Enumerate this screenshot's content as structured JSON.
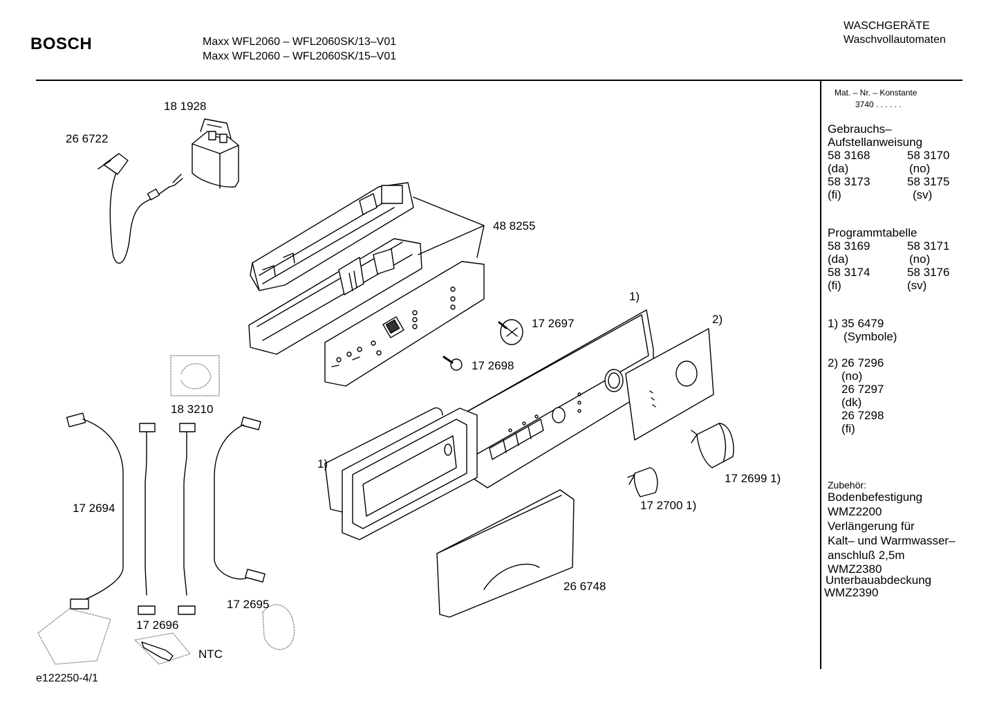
{
  "header": {
    "brand": "BOSCH",
    "model_lines": [
      "Maxx WFL2060 – WFL2060SK/13–V01",
      "Maxx WFL2060 – WFL2060SK/15–V01"
    ],
    "category": "WASCHGERÄTE",
    "subcategory": "Waschvollautomaten"
  },
  "sidebar": {
    "mat_nr_label": "Mat. – Nr. – Konstante",
    "mat_nr_value": "3740 . . . . . .",
    "manual_title": [
      "Gebrauchs–",
      "Aufstellanweisung"
    ],
    "manuals": [
      {
        "left": "58 3168",
        "right": "58 3170"
      },
      {
        "left": "(da)",
        "right": "(no)"
      },
      {
        "left": "58 3173",
        "right": "58 3175"
      },
      {
        "left": "(fi)",
        "right": "(sv)"
      }
    ],
    "program_title": "Programmtabelle",
    "programs": [
      {
        "left": "58 3169",
        "right": "58 3171"
      },
      {
        "left": "(da)",
        "right": "(no)"
      },
      {
        "left": "58 3174",
        "right": "58 3176"
      },
      {
        "left": "(fi)",
        "right": "(sv)"
      }
    ],
    "note1": [
      "1) 35 6479",
      "(Symbole)"
    ],
    "note2": [
      "2) 26 7296",
      "(no)",
      "26 7297",
      "(dk)",
      "26 7298",
      "(fi)"
    ],
    "accessories_title": "Zubehör:",
    "accessories": [
      "Bodenbefestigung",
      "WMZ2200",
      "Verlängerung für",
      "Kalt– und Warmwasser–",
      "anschluß 2,5m",
      "WMZ2380",
      "Unterbauabdeckung",
      "WMZ2390"
    ]
  },
  "parts": {
    "p181928": "18 1928",
    "p266722": "26 6722",
    "p488255": "48 8255",
    "p172697": "17 2697",
    "p172698": "17 2698",
    "p183210": "18 3210",
    "p172694": "17 2694",
    "p172695": "17 2695",
    "p172696": "17 2696",
    "ntc": "NTC",
    "p266748": "26 6748",
    "p172700": "17 2700 1)",
    "p172699": "17 2699 1)",
    "ref1a": "1)",
    "ref1b": "1)",
    "ref2": "2)"
  },
  "footer": {
    "drawing_id": "e122250-4/1"
  }
}
